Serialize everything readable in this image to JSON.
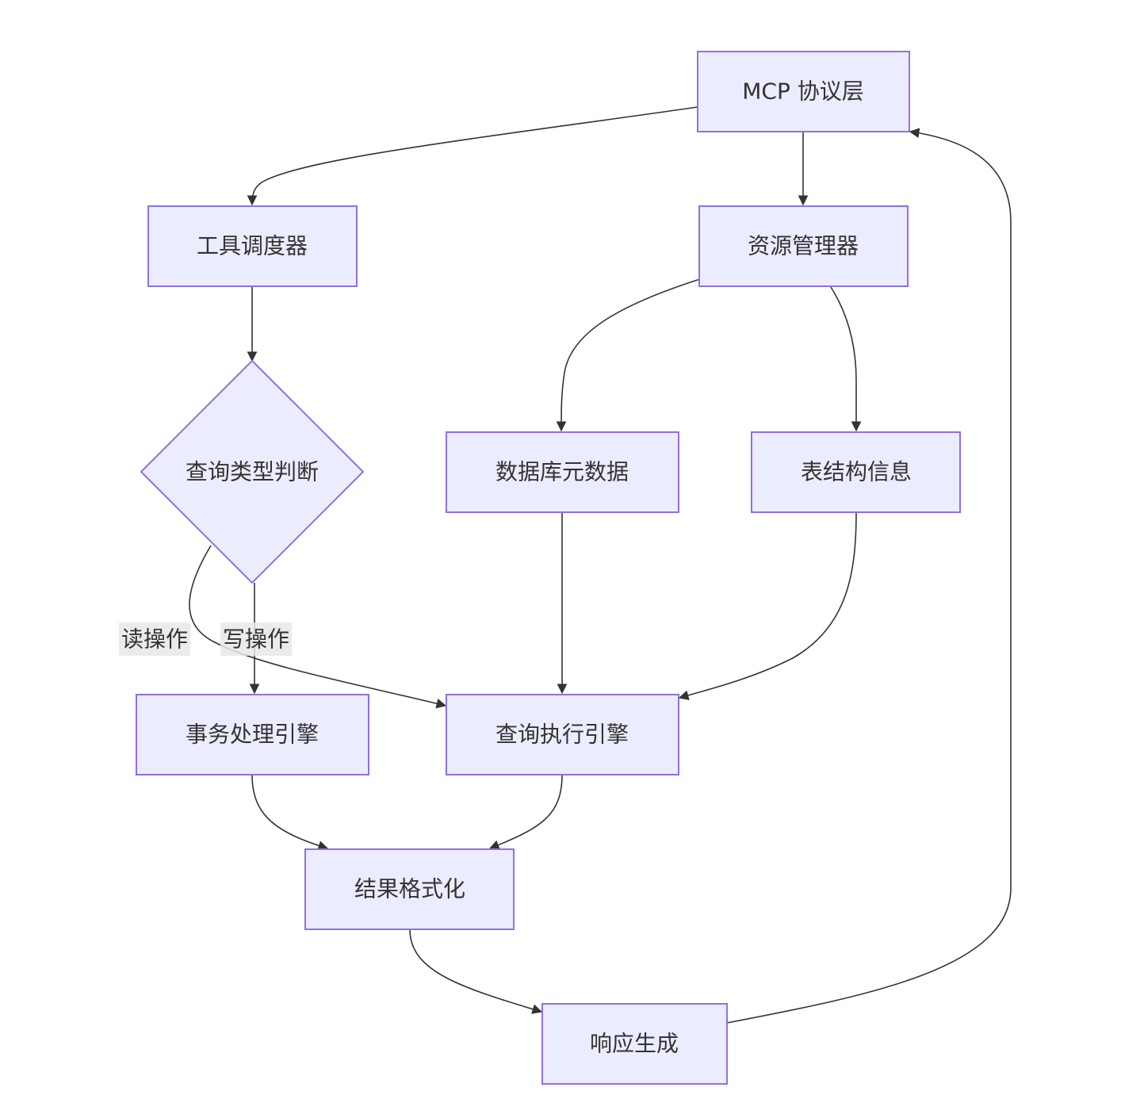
{
  "nodes": {
    "mcp": "MCP 协议层",
    "tool_scheduler": "工具调度器",
    "resource_manager": "资源管理器",
    "query_type": "查询类型判断",
    "db_metadata": "数据库元数据",
    "table_schema": "表结构信息",
    "transaction_engine": "事务处理引擎",
    "query_engine": "查询执行引擎",
    "result_format": "结果格式化",
    "response": "响应生成"
  },
  "edge_labels": {
    "read": "读操作",
    "write": "写操作"
  },
  "colors": {
    "node_fill": "#ECECFF",
    "node_stroke": "#9370DB",
    "edge": "#333333",
    "text": "#333333",
    "label_bg": "#e8e8e8"
  }
}
